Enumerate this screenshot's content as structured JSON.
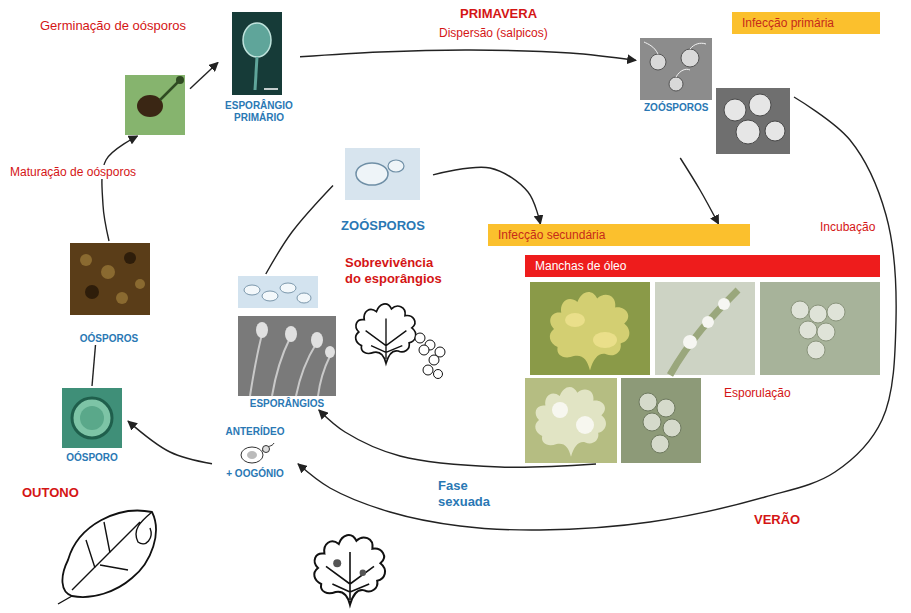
{
  "diagram": {
    "nodes": [
      {
        "text": [
          "Germinação de oósporos"
        ]
      },
      {
        "text": [
          "ESPORÂNGIO PRIMÁRIO"
        ]
      },
      {
        "text": [
          "ZOÓSPOROS"
        ]
      },
      {
        "text": [
          "Infecção primária"
        ]
      },
      {
        "text": [
          "Infecção secundária"
        ]
      },
      {
        "text": [
          "Manchas de óleo"
        ]
      },
      {
        "text": [
          "ZOÓSPOROS"
        ]
      },
      {
        "text": [
          "ESPORÂNGIOS"
        ]
      },
      {
        "text": [
          "ANTERÍDEO",
          "+ OOGÓNIO"
        ]
      },
      {
        "text": [
          "OÓSPORO"
        ]
      },
      {
        "text": [
          "OÓSPOROS"
        ]
      }
    ],
    "edges": [
      {
        "from": 0,
        "to": 1,
        "arrow": "to"
      },
      {
        "from": 1,
        "to": 2,
        "arrow": "to"
      },
      {
        "from": 2,
        "to": 4,
        "arrow": "to"
      },
      {
        "from": 6,
        "to": 4,
        "arrow": "to"
      },
      {
        "from": 5,
        "to": 7,
        "arrow": "to"
      },
      {
        "from": 7,
        "to": 6,
        "arrow": "none"
      },
      {
        "from": 2,
        "to": 8,
        "arrow": "to"
      },
      {
        "from": 8,
        "to": 9,
        "arrow": "to"
      },
      {
        "from": 9,
        "to": 10,
        "arrow": "none"
      },
      {
        "from": 10,
        "to": 0,
        "arrow": "to"
      }
    ],
    "labels": [
      "PRIMAVERA",
      "Dispersão (salpicos)",
      "Maturação de oósporos",
      "Incubação",
      "Sobrevivência do esporângios",
      "Esporulação",
      "OUTONO",
      "Fase sexuada",
      "VERÃO"
    ]
  }
}
